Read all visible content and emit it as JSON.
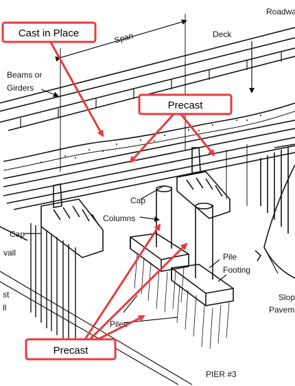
{
  "callouts": {
    "cast_in_place": "Cast in Place",
    "precast_top": "Precast",
    "precast_bottom": "Precast"
  },
  "labels": {
    "roadway": "Roadwa",
    "span": "Span",
    "deck": "Deck",
    "beams_line1": "Beams or",
    "beams_line2": "Girders",
    "cap_left": "Cap",
    "wall": "vall",
    "cap_center": "Cap",
    "columns": "Columns",
    "pile": "Pile",
    "footing": "Footing",
    "slope_line1": "Slop",
    "slope_line2": "Pavem",
    "piles": "Piles",
    "left_st": "st",
    "left_ll": "ll",
    "pier": "PIER #3"
  },
  "colors": {
    "callout_border": "#e8393f",
    "arrow": "#e8393f",
    "line_art": "#111111"
  }
}
